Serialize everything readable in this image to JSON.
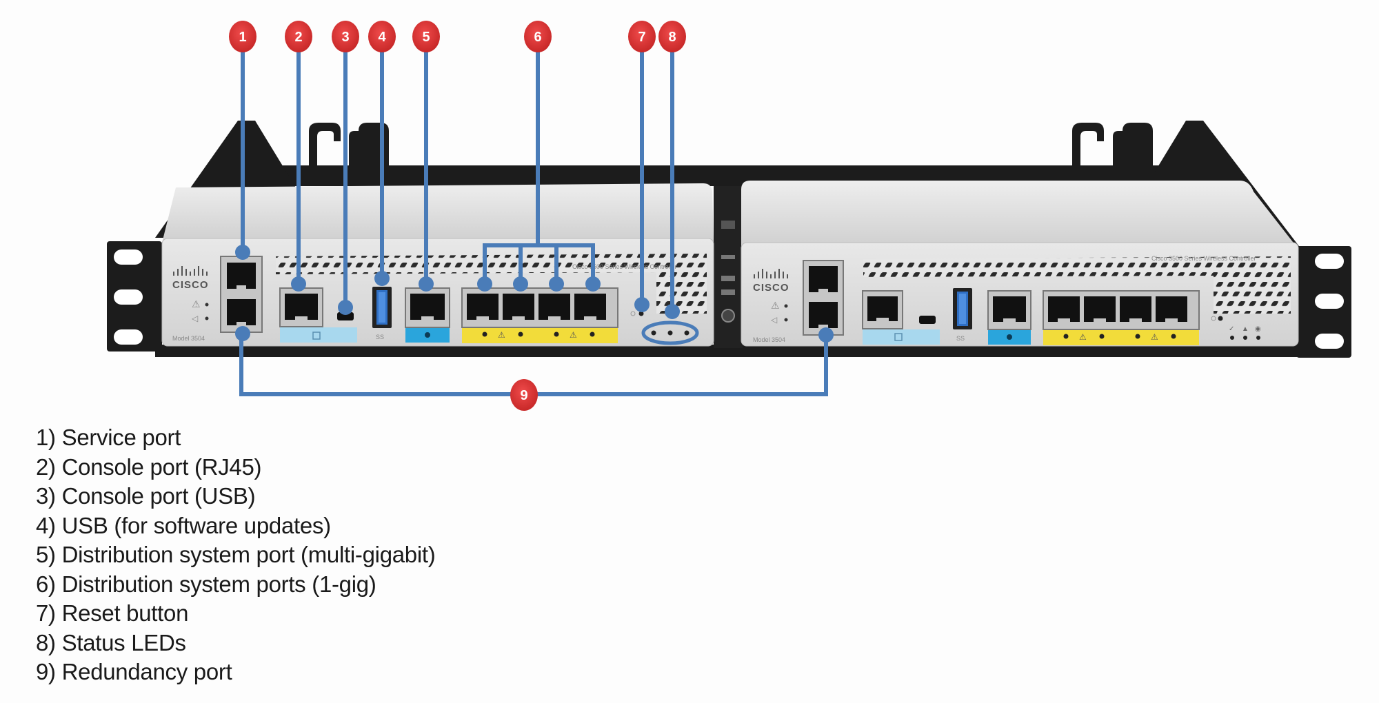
{
  "device": {
    "brand": "CISCO",
    "model_label": "Model 3504",
    "series_label": "Cisco 3500 Series Wireless Controller",
    "usb_label": "SS"
  },
  "callouts": [
    {
      "number": "1",
      "target": "service-port"
    },
    {
      "number": "2",
      "target": "console-port-rj45"
    },
    {
      "number": "3",
      "target": "console-port-usb"
    },
    {
      "number": "4",
      "target": "usb-port"
    },
    {
      "number": "5",
      "target": "multigig-port"
    },
    {
      "number": "6",
      "target": "gig-ports"
    },
    {
      "number": "7",
      "target": "reset-button"
    },
    {
      "number": "8",
      "target": "status-leds"
    },
    {
      "number": "9",
      "target": "redundancy-port"
    }
  ],
  "legend": [
    "1) Service port",
    "2) Console port (RJ45)",
    "3) Console port (USB)",
    "4) USB (for software updates)",
    "5) Distribution system port (multi-gigabit)",
    "6) Distribution system ports (1-gig)",
    "7) Reset button",
    "8) Status LEDs",
    "9) Redundancy port"
  ],
  "colors": {
    "callout_fill": "#e03a3a",
    "leader_line": "#4a7cb8",
    "chassis": "#d6d6d6",
    "rack": "#1c1c1c",
    "console_label": "#a8d8ee",
    "multigig_label": "#2aa5dc",
    "gig_label": "#f2dc3a",
    "usb_blue": "#2f6fc4"
  }
}
